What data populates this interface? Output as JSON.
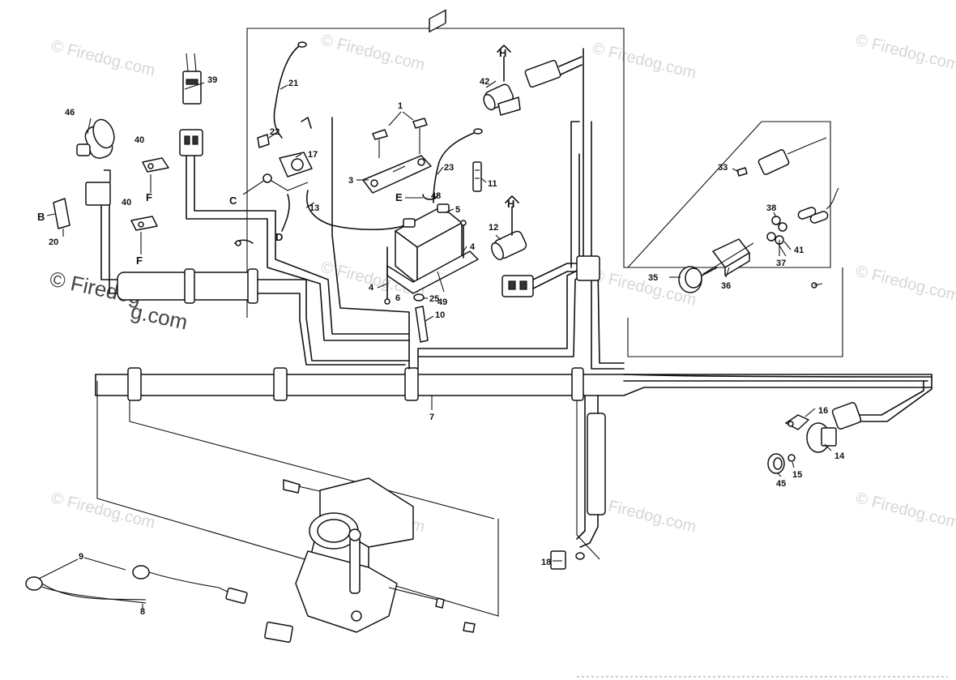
{
  "watermark": {
    "text": "© Firedog.com",
    "prominent_text_line1": "© Firedog",
    "prominent_text_line2": "g.com"
  },
  "part_numbers": [
    {
      "id": "p1",
      "text": "1"
    },
    {
      "id": "p3",
      "text": "3"
    },
    {
      "id": "p4a",
      "text": "4"
    },
    {
      "id": "p4b",
      "text": "4"
    },
    {
      "id": "p5",
      "text": "5"
    },
    {
      "id": "p6",
      "text": "6"
    },
    {
      "id": "p7",
      "text": "7"
    },
    {
      "id": "p8",
      "text": "8"
    },
    {
      "id": "p9",
      "text": "9"
    },
    {
      "id": "p10",
      "text": "10"
    },
    {
      "id": "p11",
      "text": "11"
    },
    {
      "id": "p12",
      "text": "12"
    },
    {
      "id": "p13",
      "text": "13"
    },
    {
      "id": "p14",
      "text": "14"
    },
    {
      "id": "p15",
      "text": "15"
    },
    {
      "id": "p16",
      "text": "16"
    },
    {
      "id": "p17",
      "text": "17"
    },
    {
      "id": "p18",
      "text": "18"
    },
    {
      "id": "p20",
      "text": "20"
    },
    {
      "id": "p21",
      "text": "21"
    },
    {
      "id": "p22",
      "text": "22"
    },
    {
      "id": "p23",
      "text": "23"
    },
    {
      "id": "p25",
      "text": "25"
    },
    {
      "id": "p33",
      "text": "33"
    },
    {
      "id": "p35",
      "text": "35"
    },
    {
      "id": "p36",
      "text": "36"
    },
    {
      "id": "p37",
      "text": "37"
    },
    {
      "id": "p38",
      "text": "38"
    },
    {
      "id": "p39",
      "text": "39"
    },
    {
      "id": "p40a",
      "text": "40"
    },
    {
      "id": "p40b",
      "text": "40"
    },
    {
      "id": "p41",
      "text": "41"
    },
    {
      "id": "p42",
      "text": "42"
    },
    {
      "id": "p45",
      "text": "45"
    },
    {
      "id": "p46",
      "text": "46"
    },
    {
      "id": "p48",
      "text": "48"
    },
    {
      "id": "p49",
      "text": "49"
    }
  ],
  "connection_letters": [
    {
      "id": "B",
      "text": "B"
    },
    {
      "id": "C",
      "text": "C"
    },
    {
      "id": "D",
      "text": "D"
    },
    {
      "id": "E",
      "text": "E"
    },
    {
      "id": "Fa",
      "text": "F"
    },
    {
      "id": "Fb",
      "text": "F"
    },
    {
      "id": "Ha",
      "text": "H"
    },
    {
      "id": "Hb",
      "text": "H"
    }
  ]
}
